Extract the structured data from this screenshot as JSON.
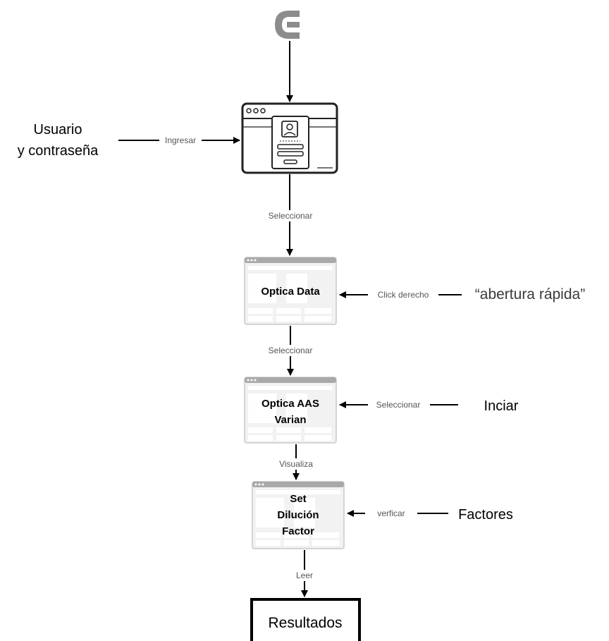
{
  "colors": {
    "line": "#000000",
    "edge_label": "#555555",
    "window_frame": "#c8c8c8",
    "window_bar": "#a9a9a9",
    "logo": "#8c8c8c"
  },
  "start": {
    "icon": "c-logo-icon"
  },
  "login_window": {
    "icon": "login-window-icon"
  },
  "inputs": {
    "credentials_line1": "Usuario",
    "credentials_line2": "y contraseña",
    "quick_open": "“abertura rápida”",
    "start_label": "Inciar",
    "factors": "Factores"
  },
  "edges": {
    "ingresar": "Ingresar",
    "seleccionar_1": "Seleccionar",
    "click_derecho": "Click derecho",
    "seleccionar_2": "Seleccionar",
    "seleccionar_3": "Seleccionar",
    "visualiza": "Visualiza",
    "verficar": "verficar",
    "leer": "Leer"
  },
  "windows": {
    "optica_data": "Optica Data",
    "optica_aas_line1": "Optica AAS",
    "optica_aas_line2": "Varian",
    "set_line1": "Set",
    "set_line2": "Dilución",
    "set_line3": "Factor"
  },
  "result": {
    "label": "Resultados"
  }
}
